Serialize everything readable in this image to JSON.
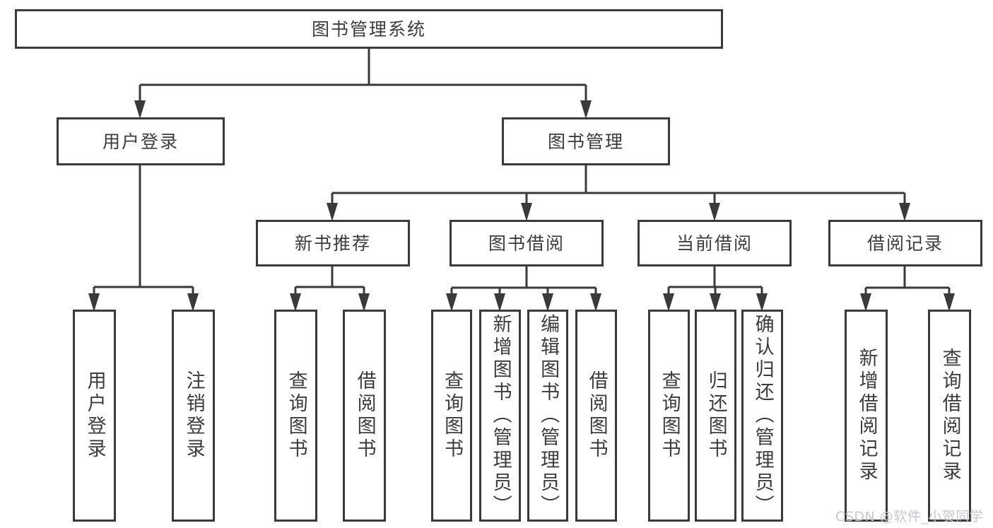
{
  "nodes": {
    "root": "图书管理系统",
    "user_login": "用户登录",
    "book_manage": "图书管理",
    "new_book": "新书推荐",
    "book_borrow": "图书借阅",
    "current_borrow": "当前借阅",
    "borrow_records": "借阅记录",
    "leaves": {
      "user_login": [
        "用户登录",
        "注销登录"
      ],
      "new_book": [
        "查询图书",
        "借阅图书"
      ],
      "book_borrow": [
        "查询图书",
        "新增图书（管理员）",
        "编辑图书（管理员）",
        "借阅图书"
      ],
      "current_borrow": [
        "查询图书",
        "归还图书",
        "确认归还（管理员）"
      ],
      "borrow_records": [
        "新增借阅记录",
        "查询借阅记录"
      ]
    }
  },
  "watermark": {
    "text": "CSDN @软件_小贺同学",
    "color": "#c7c7cf"
  },
  "colors": {
    "line": "#3a3a3a",
    "border": "#3a3a3a",
    "text": "#3c3c3c",
    "box_background": "#ffffff",
    "page_background": "#ffffff"
  }
}
